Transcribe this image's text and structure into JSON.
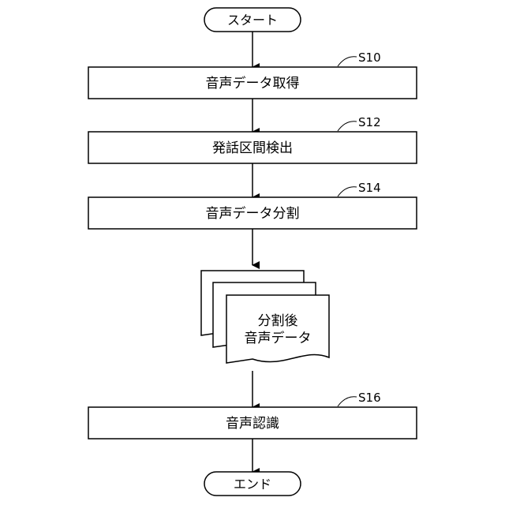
{
  "start_label": "スタート",
  "end_label": "エンド",
  "steps": [
    {
      "id": "S10",
      "label": "音声データ取得"
    },
    {
      "id": "S12",
      "label": "発話区間検出"
    },
    {
      "id": "S14",
      "label": "音声データ分割"
    },
    {
      "id": "S16",
      "label": "音声認識"
    }
  ],
  "document": {
    "line1": "分割後",
    "line2": "音声データ"
  }
}
